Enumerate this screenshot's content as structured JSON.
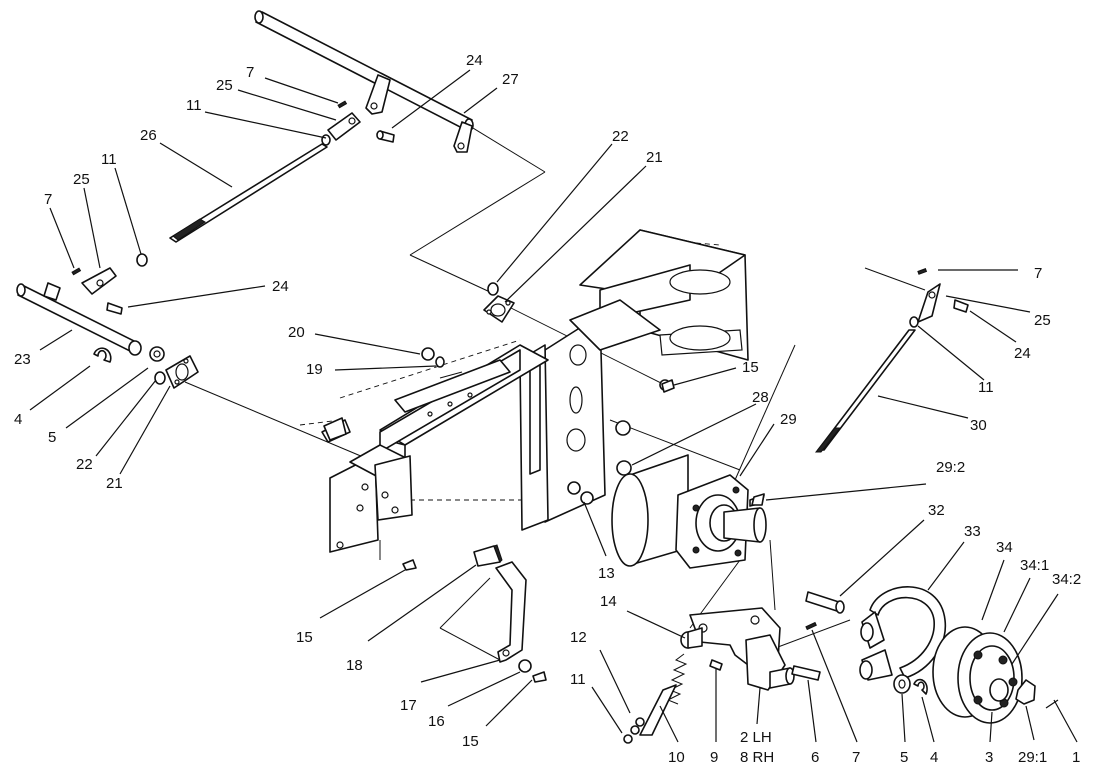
{
  "callouts": [
    {
      "id": "c1",
      "text": "7"
    },
    {
      "id": "c2",
      "text": "25"
    },
    {
      "id": "c3",
      "text": "11"
    },
    {
      "id": "c4",
      "text": "24"
    },
    {
      "id": "c5",
      "text": "27"
    },
    {
      "id": "c6",
      "text": "26"
    },
    {
      "id": "c7",
      "text": "11"
    },
    {
      "id": "c8",
      "text": "25"
    },
    {
      "id": "c9",
      "text": "7"
    },
    {
      "id": "c10",
      "text": "24"
    },
    {
      "id": "c11",
      "text": "23"
    },
    {
      "id": "c12",
      "text": "4"
    },
    {
      "id": "c13",
      "text": "5"
    },
    {
      "id": "c14",
      "text": "22"
    },
    {
      "id": "c15",
      "text": "21"
    },
    {
      "id": "c16",
      "text": "22"
    },
    {
      "id": "c17",
      "text": "21"
    },
    {
      "id": "c18",
      "text": "20"
    },
    {
      "id": "c19",
      "text": "19"
    },
    {
      "id": "c20",
      "text": "15"
    },
    {
      "id": "c21",
      "text": "28"
    },
    {
      "id": "c22",
      "text": "29"
    },
    {
      "id": "c23",
      "text": "29:2"
    },
    {
      "id": "c24",
      "text": "13"
    },
    {
      "id": "c25",
      "text": "15"
    },
    {
      "id": "c26",
      "text": "18"
    },
    {
      "id": "c27",
      "text": "17"
    },
    {
      "id": "c28",
      "text": "16"
    },
    {
      "id": "c29",
      "text": "15"
    },
    {
      "id": "c30",
      "text": "14"
    },
    {
      "id": "c31",
      "text": "12"
    },
    {
      "id": "c32",
      "text": "11"
    },
    {
      "id": "c33",
      "text": "10"
    },
    {
      "id": "c34",
      "text": "9"
    },
    {
      "id": "c35",
      "text": "2 LH"
    },
    {
      "id": "c36",
      "text": "8 RH"
    },
    {
      "id": "c37",
      "text": "6"
    },
    {
      "id": "c38",
      "text": "7"
    },
    {
      "id": "c39",
      "text": "32"
    },
    {
      "id": "c40",
      "text": "33"
    },
    {
      "id": "c41",
      "text": "34"
    },
    {
      "id": "c42",
      "text": "34:1"
    },
    {
      "id": "c43",
      "text": "34:2"
    },
    {
      "id": "c44",
      "text": "5"
    },
    {
      "id": "c45",
      "text": "4"
    },
    {
      "id": "c46",
      "text": "3"
    },
    {
      "id": "c47",
      "text": "29:1"
    },
    {
      "id": "c48",
      "text": "1"
    },
    {
      "id": "c49",
      "text": "7"
    },
    {
      "id": "c50",
      "text": "25"
    },
    {
      "id": "c51",
      "text": "24"
    },
    {
      "id": "c52",
      "text": "11"
    },
    {
      "id": "c53",
      "text": "30"
    }
  ]
}
